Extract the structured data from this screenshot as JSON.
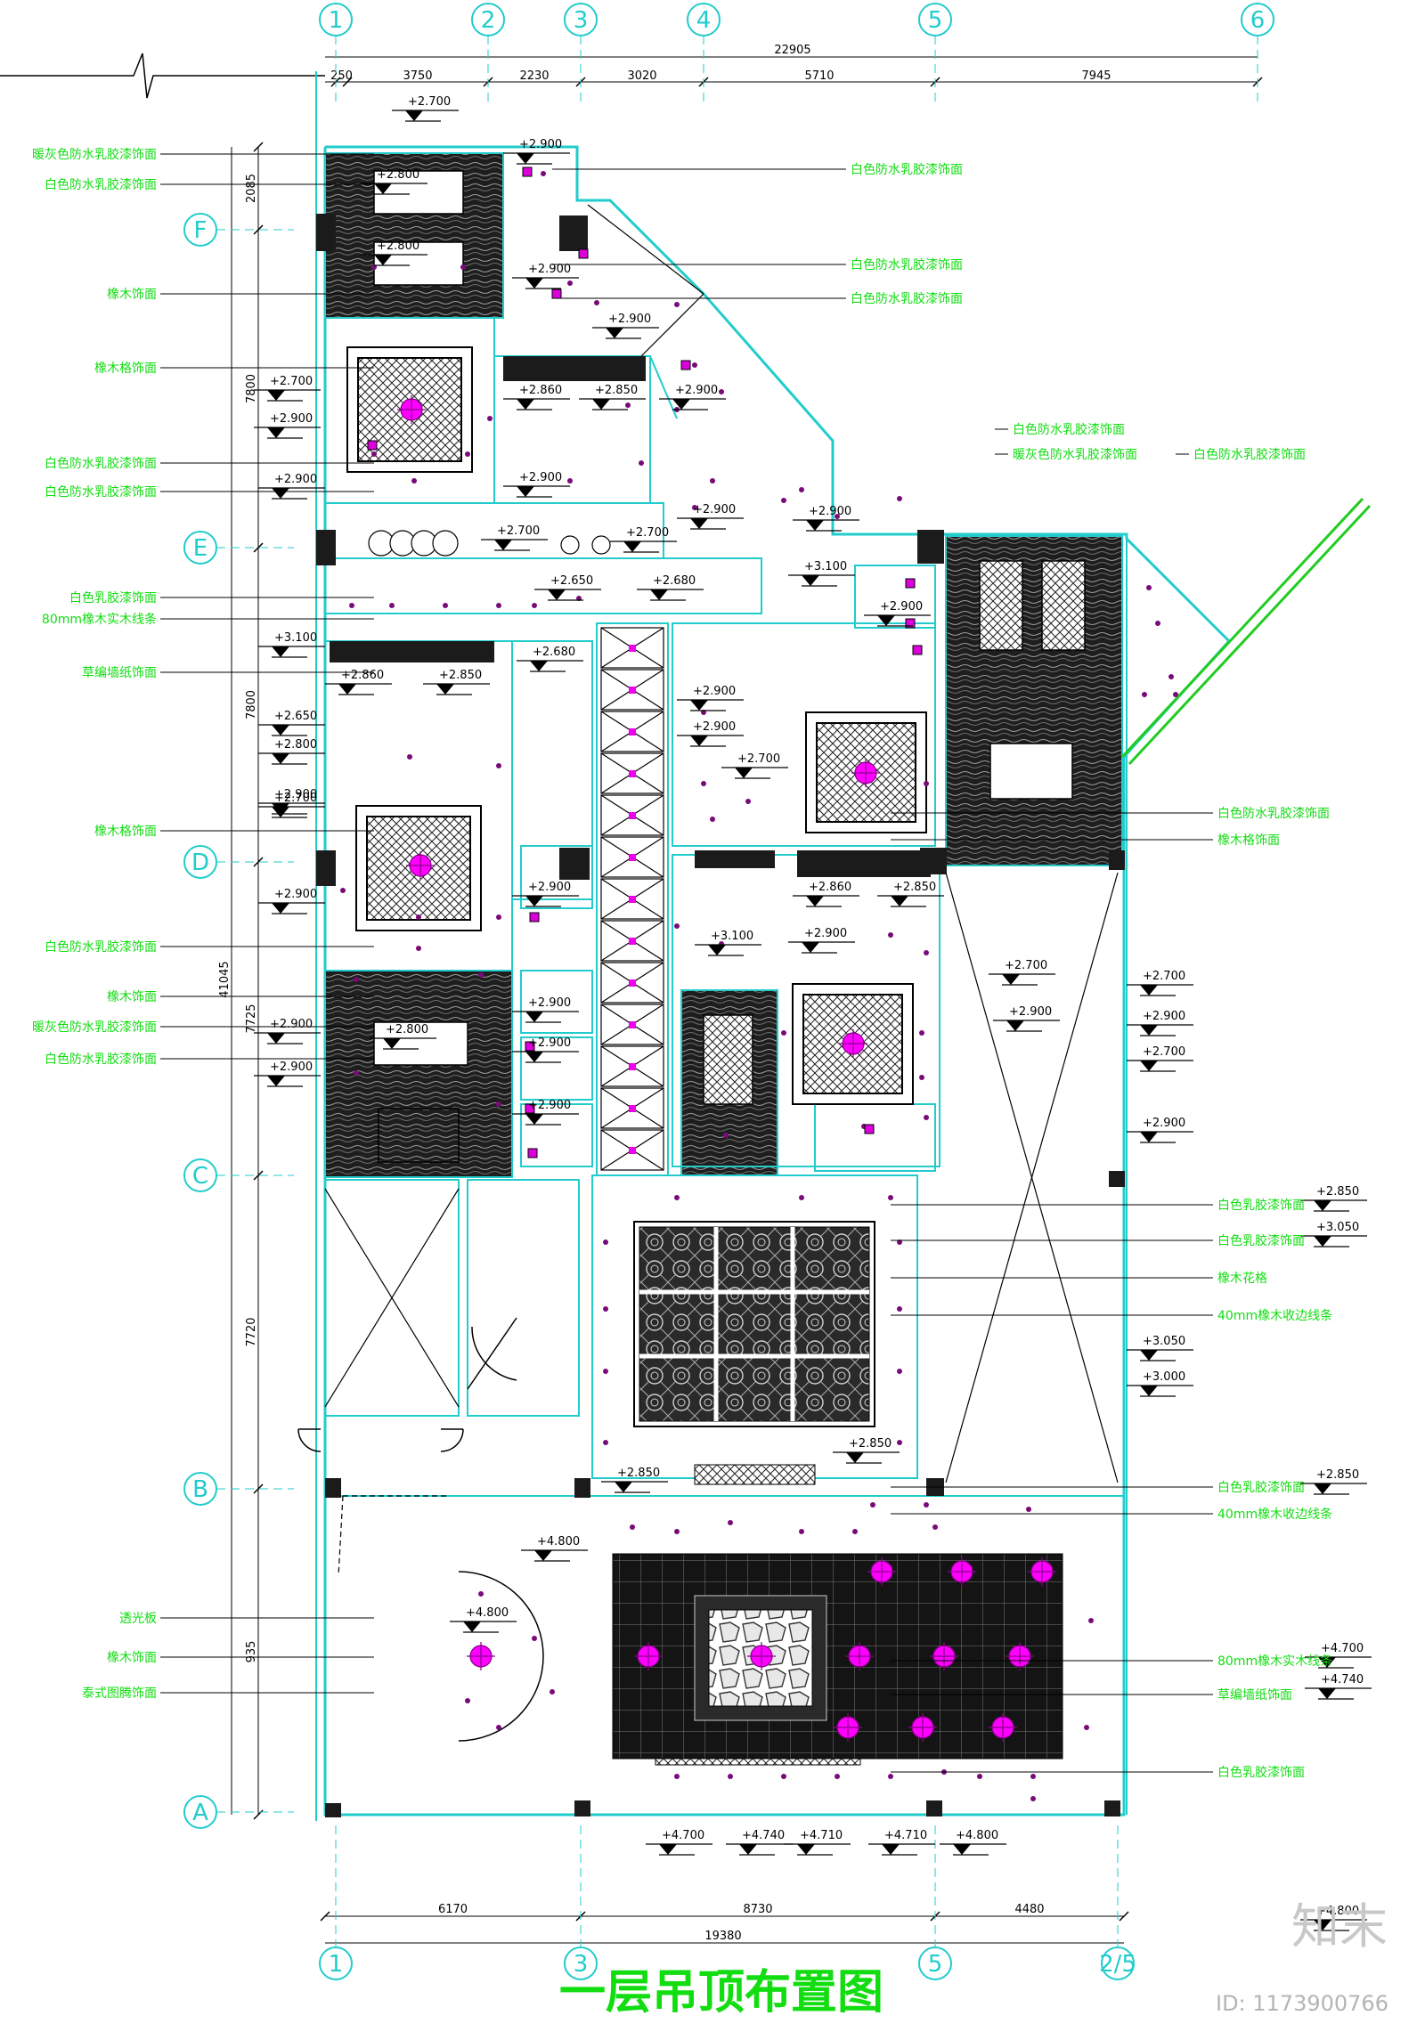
{
  "title": "一层吊顶布置图",
  "watermark": {
    "logo": "知末",
    "id": "ID: 1173900766"
  },
  "colors": {
    "wall": "#22cccc",
    "label": "#11dd11",
    "light": "#ee00ee",
    "dark": "#1b1b1b"
  },
  "axes": {
    "top": [
      "1",
      "2",
      "3",
      "4",
      "5",
      "6"
    ],
    "bottom": [
      "1",
      "3",
      "5",
      "2/5"
    ],
    "left": [
      "F",
      "E",
      "D",
      "C",
      "B",
      "A"
    ]
  },
  "dims": {
    "top_total": "22905",
    "top": [
      "250",
      "3750",
      "2230",
      "3020",
      "5710",
      "7945"
    ],
    "bottom_total": "19380",
    "bottom": [
      "6170",
      "8730",
      "4480"
    ],
    "left_total": "41045",
    "left": [
      "2085",
      "7800",
      "7800",
      "7725",
      "7720",
      "935"
    ]
  },
  "labels_left": [
    "暖灰色防水乳胶漆饰面",
    "白色防水乳胶漆饰面",
    "橡木饰面",
    "橡木格饰面",
    "白色防水乳胶漆饰面",
    "白色防水乳胶漆饰面",
    "白色乳胶漆饰面",
    "80mm橡木实木线条",
    "草编墙纸饰面",
    "橡木格饰面",
    "白色防水乳胶漆饰面",
    "橡木饰面",
    "暖灰色防水乳胶漆饰面",
    "白色防水乳胶漆饰面",
    "透光板",
    "橡木饰面",
    "泰式图腾饰面"
  ],
  "labels_mid": [
    "白色防水乳胶漆饰面",
    "白色防水乳胶漆饰面",
    "白色防水乳胶漆饰面"
  ],
  "labels_right_top": [
    "白色防水乳胶漆饰面",
    "暖灰色防水乳胶漆饰面",
    "白色防水乳胶漆饰面"
  ],
  "labels_right": [
    "白色防水乳胶漆饰面",
    "橡木格饰面",
    "白色乳胶漆饰面",
    "白色乳胶漆饰面",
    "橡木花格",
    "40mm橡木收边线条",
    "白色乳胶漆饰面",
    "40mm橡木收边线条",
    "80mm橡木实木线条",
    "草编墙纸饰面",
    "白色乳胶漆饰面"
  ],
  "elevations": [
    "+2.700",
    "+2.900",
    "+2.800",
    "+2.800",
    "+2.900",
    "+2.900",
    "+2.700",
    "+2.900",
    "+2.860",
    "+2.850",
    "+2.900",
    "+2.900",
    "+2.900",
    "+2.900",
    "+2.900",
    "+2.700",
    "+2.700",
    "+2.650",
    "+2.680",
    "+3.100",
    "+2.680",
    "+2.860",
    "+2.850",
    "+2.900",
    "+3.100",
    "+2.900",
    "+2.900",
    "+2.700",
    "+2.900",
    "+2.650",
    "+2.800",
    "+2.700",
    "+2.900",
    "+2.900",
    "+2.860",
    "+2.850",
    "+3.100",
    "+2.900",
    "+2.700",
    "+2.900",
    "+2.800",
    "+2.900",
    "+2.900",
    "+2.900",
    "+2.900",
    "+2.900",
    "+2.700",
    "+2.900",
    "+2.700",
    "+2.900",
    "+2.850",
    "+3.050",
    "+3.050",
    "+3.000",
    "+2.850",
    "+2.850",
    "+2.850",
    "+4.800",
    "+4.800",
    "+4.700",
    "+4.740",
    "+4.800",
    "+4.700",
    "+4.740",
    "+4.710",
    "+4.710",
    "+4.800"
  ]
}
